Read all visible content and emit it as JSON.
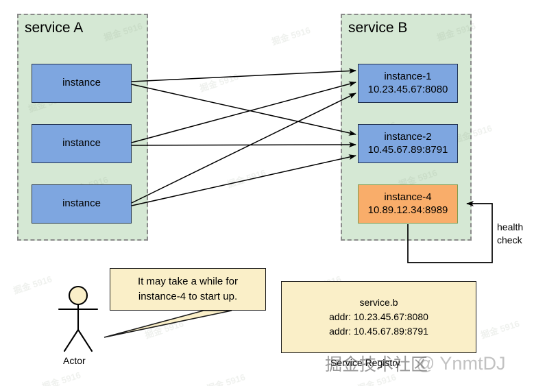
{
  "diagram": {
    "groups": [
      {
        "id": "service-a",
        "label": "service A"
      },
      {
        "id": "service-b",
        "label": "service B"
      }
    ],
    "service_a_instances": [
      {
        "name": "instance"
      },
      {
        "name": "instance"
      },
      {
        "name": "instance"
      }
    ],
    "service_b_instances": [
      {
        "name": "instance-1",
        "addr": "10.23.45.67:8080",
        "state": "healthy"
      },
      {
        "name": "instance-2",
        "addr": "10.45.67.89:8791",
        "state": "healthy"
      },
      {
        "name": "instance-4",
        "addr": "10.89.12.34:8989",
        "state": "starting"
      }
    ],
    "health_check": {
      "line1": "health",
      "line2": "check"
    },
    "callout": {
      "line1": "It may take a while for",
      "line2": "instance-4 to start up."
    },
    "actor": {
      "label": "Actor"
    },
    "registry": {
      "title": "service.b",
      "addr1": "addr: 10.23.45.67:8080",
      "addr2": "addr: 10.45.67.89:8791",
      "caption": "Service Registry"
    },
    "watermarks": {
      "small": "掘金 5916",
      "author": "@ YnmtDJ",
      "site": "掘金技术社区"
    },
    "colors": {
      "group_fill": "#D5E8D4",
      "group_border": "#8a8a8a",
      "instance_blue": "#7EA6E0",
      "instance_blue_border": "#21314e",
      "instance_orange": "#F9AD6A",
      "instance_orange_border": "#7b9a4e",
      "note_yellow": "#FAEFC8",
      "note_border": "#1a1a1a",
      "line": "#000000"
    }
  }
}
